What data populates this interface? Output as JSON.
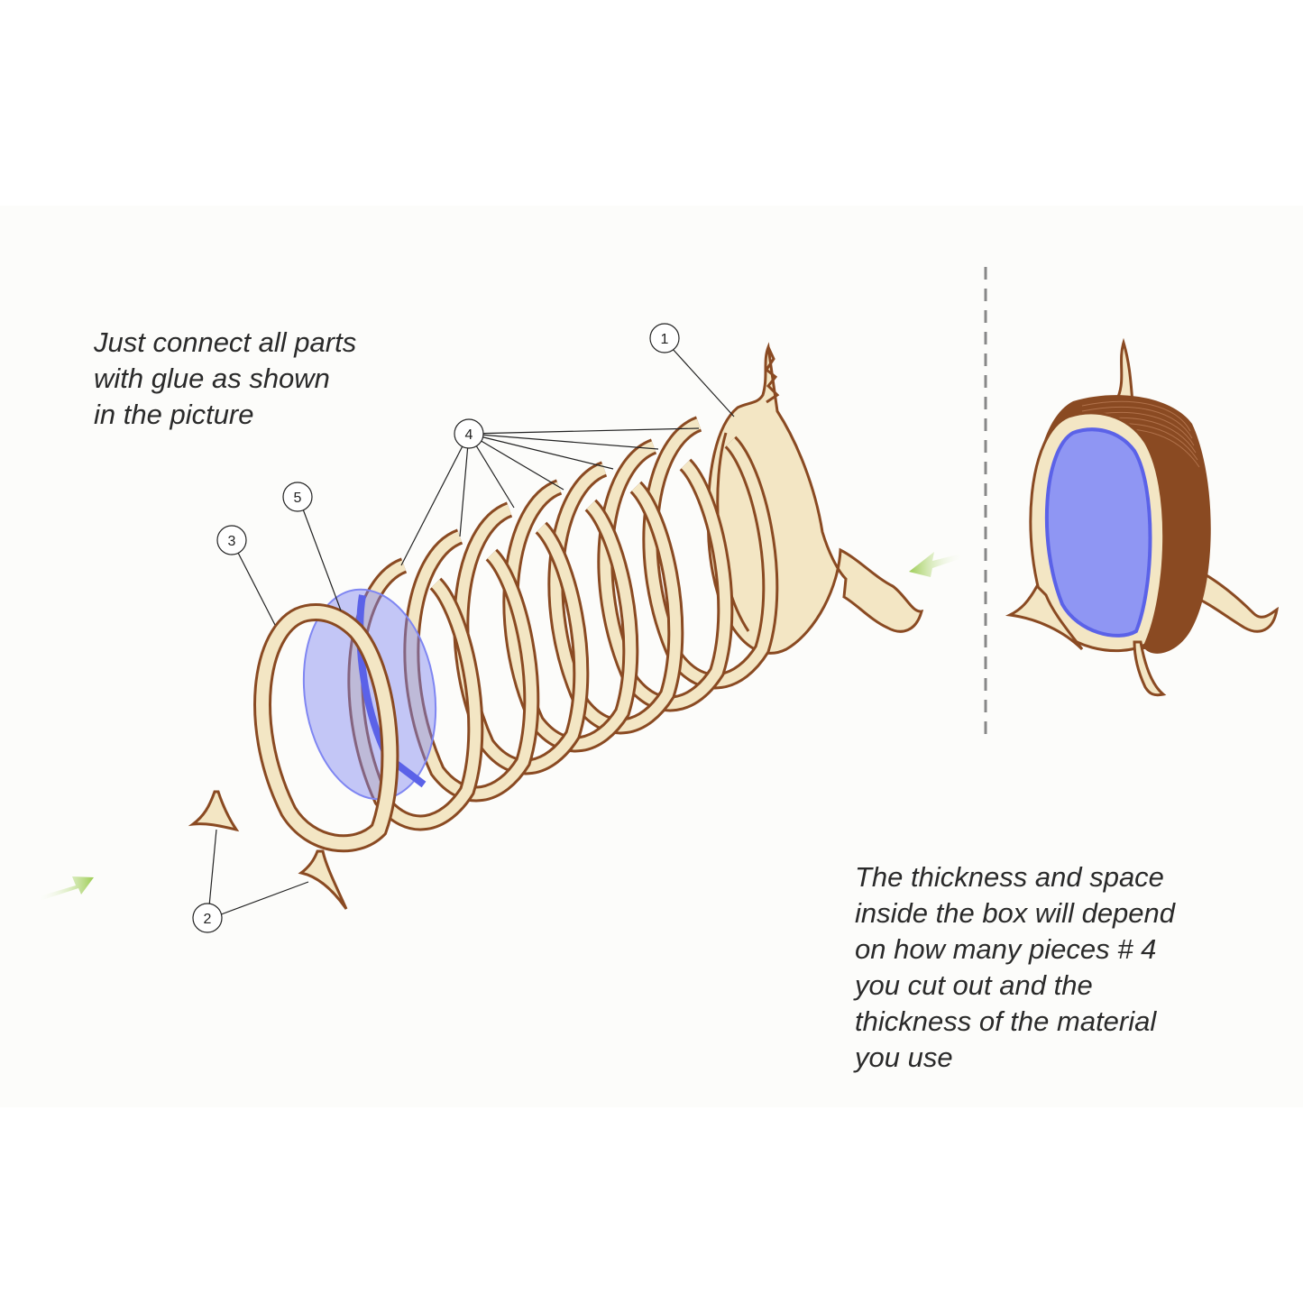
{
  "notes": {
    "top": "Just connect all parts\nwith glue as shown\nin the picture",
    "bottom": "The thickness and space\ninside the box will depend\non how many pieces # 4\nyou cut out and the\nthickness of the material\nyou use"
  },
  "callouts": {
    "c1": "1",
    "c2": "2",
    "c3": "3",
    "c4": "4",
    "c5": "5"
  },
  "colors": {
    "wood_face": "#f3e6c4",
    "wood_edge": "#8a4a22",
    "acrylic": "#7f86f2",
    "arrow": "#9ccc52"
  }
}
